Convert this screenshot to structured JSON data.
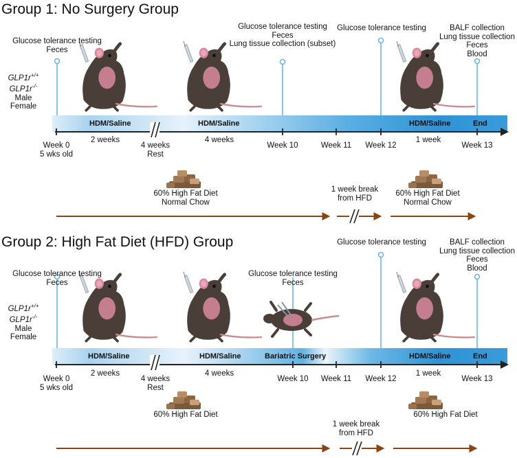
{
  "colors": {
    "accent_blue": "#3d9bd9",
    "pin_blue": "#6bb6e0",
    "arrow_brown": "#8b4513",
    "diet_brown": "#8a6242",
    "mouse_body": "#4a3e38",
    "mouse_ear": "#d98aa0"
  },
  "icons": [
    "mouse-icon",
    "syringe-icon",
    "food-pellets-icon",
    "timeline-arrow-icon",
    "break-icon"
  ],
  "group1": {
    "title": "Group 1: No Surgery Group",
    "genotypes": [
      "GLP1r+/+",
      "GLP1r-/-",
      "Male",
      "Female"
    ],
    "events": {
      "week0": [
        "Glucose tolerance testing",
        "Feces"
      ],
      "week10": [
        "Glucose tolerance testing",
        "Feces",
        "Lung tissue collection (subset)"
      ],
      "week12": [
        "Glucose tolerance testing"
      ],
      "week13": [
        "BALF collection",
        "Lung tissue collection",
        "Feces",
        "Blood"
      ]
    },
    "bar_labels": [
      "HDM/Saline",
      "HDM/Saline",
      "HDM/Saline",
      "End"
    ],
    "ticks": {
      "week0": [
        "Week 0",
        "5 wks old"
      ],
      "w2": "2 weeks",
      "rest": [
        "4 weeks",
        "Rest"
      ],
      "w4": "4 weeks",
      "week10": "Week 10",
      "week11": "Week 11",
      "week12": "Week 12",
      "w1": "1 week",
      "week13": "Week 13"
    },
    "diet1": [
      "60% High Fat Diet",
      "Normal Chow"
    ],
    "break": [
      "1 week break",
      "from HFD"
    ],
    "diet2": [
      "60% High Fat Diet",
      "Normal Chow"
    ]
  },
  "group2": {
    "title": "Group 2: High Fat Diet (HFD) Group",
    "genotypes": [
      "GLP1r+/+",
      "GLP1r-/-",
      "Male",
      "Female"
    ],
    "events": {
      "week0": [
        "Glucose tolerance testing",
        "Feces"
      ],
      "week10": [
        "Glucose tolerance testing",
        "Feces"
      ],
      "week12": [
        "Glucose tolerance testing"
      ],
      "week13": [
        "BALF collection",
        "Lung tissue collection",
        "Feces",
        "Blood"
      ]
    },
    "bar_labels": [
      "HDM/Saline",
      "HDM/Saline",
      "Bariatric Surgery",
      "HDM/Saline",
      "End"
    ],
    "ticks": {
      "week0": [
        "Week 0",
        "5 wks old"
      ],
      "w2": "2 weeks",
      "rest": [
        "4 weeks",
        "Rest"
      ],
      "w4": "4 weeks",
      "week10": "Week 10",
      "week11": "Week 11",
      "week12": "Week 12",
      "w1": "1 week",
      "week13": "Week 13"
    },
    "diet1": [
      "60% High Fat Diet"
    ],
    "break": [
      "1 week break",
      "from HFD"
    ],
    "diet2": [
      "60% High Fat Diet"
    ]
  }
}
